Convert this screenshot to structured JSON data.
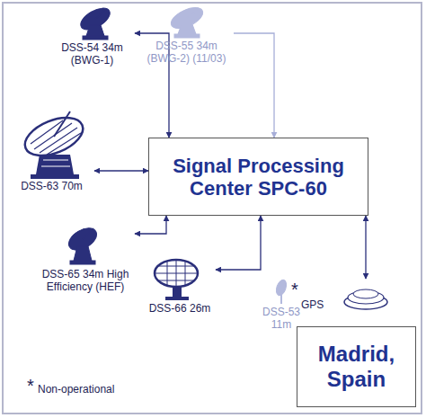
{
  "diagram": {
    "nodes": [
      {
        "text": [
          "DSS-54 34m (BWG-1)"
        ]
      },
      {
        "text": [
          "DSS-55 34m (BWG-2) (11/03)"
        ]
      },
      {
        "text": [
          "DSS-63 70m"
        ]
      },
      {
        "text": [
          "Signal Processing Center SPC-60"
        ]
      },
      {
        "text": [
          "DSS-65 34m High Efficiency (HEF)"
        ]
      },
      {
        "text": [
          "DSS-66 26m"
        ]
      },
      {
        "text": [
          "DSS-53 11m",
          "*"
        ]
      },
      {
        "text": [
          "GPS"
        ]
      },
      {
        "text": [
          "Madrid, Spain"
        ]
      }
    ],
    "edges": [
      {
        "from": 0,
        "to": 3,
        "arrow": "both"
      },
      {
        "from": 1,
        "to": 3,
        "arrow": "to"
      },
      {
        "from": 2,
        "to": 3,
        "arrow": "both"
      },
      {
        "from": 4,
        "to": 3,
        "arrow": "both"
      },
      {
        "from": 5,
        "to": 3,
        "arrow": "both"
      },
      {
        "from": 7,
        "to": 3,
        "arrow": "both"
      }
    ],
    "labels": [
      "*"
    ],
    "legend": [
      {
        "text": "Non-operational"
      }
    ]
  }
}
